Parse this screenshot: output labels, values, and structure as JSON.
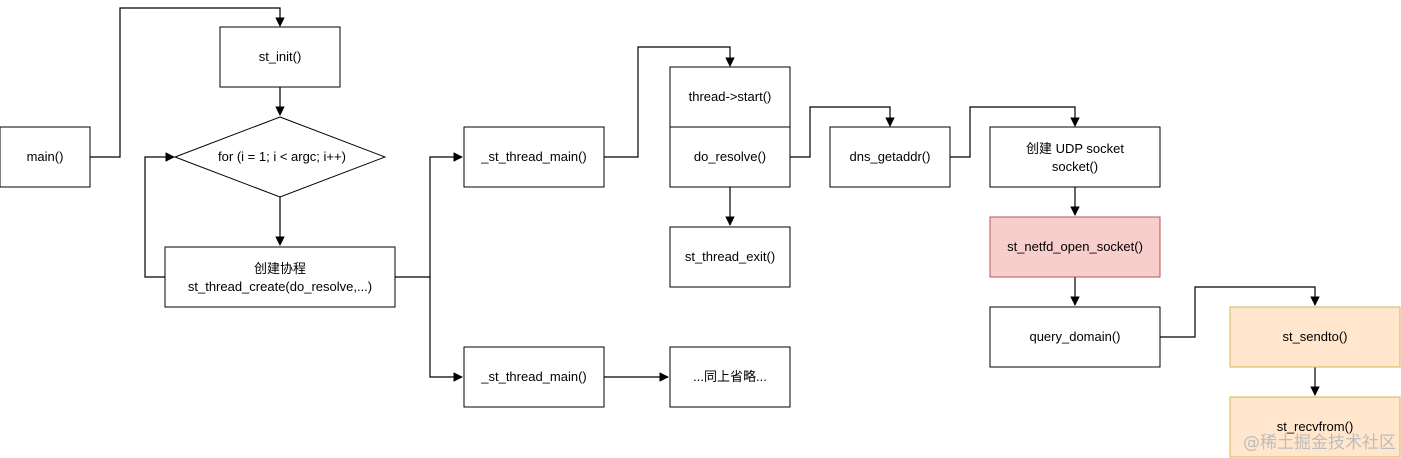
{
  "colors": {
    "default_fill": "#ffffff",
    "stroke": "#000000",
    "highlight_red_fill": "#f8cecc",
    "highlight_red_stroke": "#b85450",
    "highlight_orange_fill": "#ffe6cc",
    "highlight_orange_stroke": "#d6b656",
    "watermark": "#bdbdbd"
  },
  "nodes": {
    "main": {
      "lines": [
        "main()"
      ]
    },
    "st_init": {
      "lines": [
        "st_init()"
      ]
    },
    "for_loop": {
      "lines": [
        "for (i = 1; i < argc; i++)"
      ]
    },
    "create_coroutine": {
      "lines": [
        "创建协程",
        "st_thread_create(do_resolve,...)"
      ]
    },
    "st_thread_main_1": {
      "lines": [
        "_st_thread_main()"
      ]
    },
    "st_thread_main_2": {
      "lines": [
        "_st_thread_main()"
      ]
    },
    "thread_start": {
      "lines": [
        "thread->start()"
      ]
    },
    "do_resolve": {
      "lines": [
        "do_resolve()"
      ]
    },
    "st_thread_exit": {
      "lines": [
        "st_thread_exit()"
      ]
    },
    "same_as_above": {
      "lines": [
        "...同上省略..."
      ]
    },
    "dns_getaddr": {
      "lines": [
        "dns_getaddr()"
      ]
    },
    "create_udp_socket": {
      "lines": [
        "创建 UDP socket",
        "socket()"
      ]
    },
    "st_netfd_open_socket": {
      "lines": [
        "st_netfd_open_socket()"
      ]
    },
    "query_domain": {
      "lines": [
        "query_domain()"
      ]
    },
    "st_sendto": {
      "lines": [
        "st_sendto()"
      ]
    },
    "st_recvfrom": {
      "lines": [
        "st_recvfrom()"
      ]
    }
  },
  "watermark": "@稀土掘金技术社区"
}
